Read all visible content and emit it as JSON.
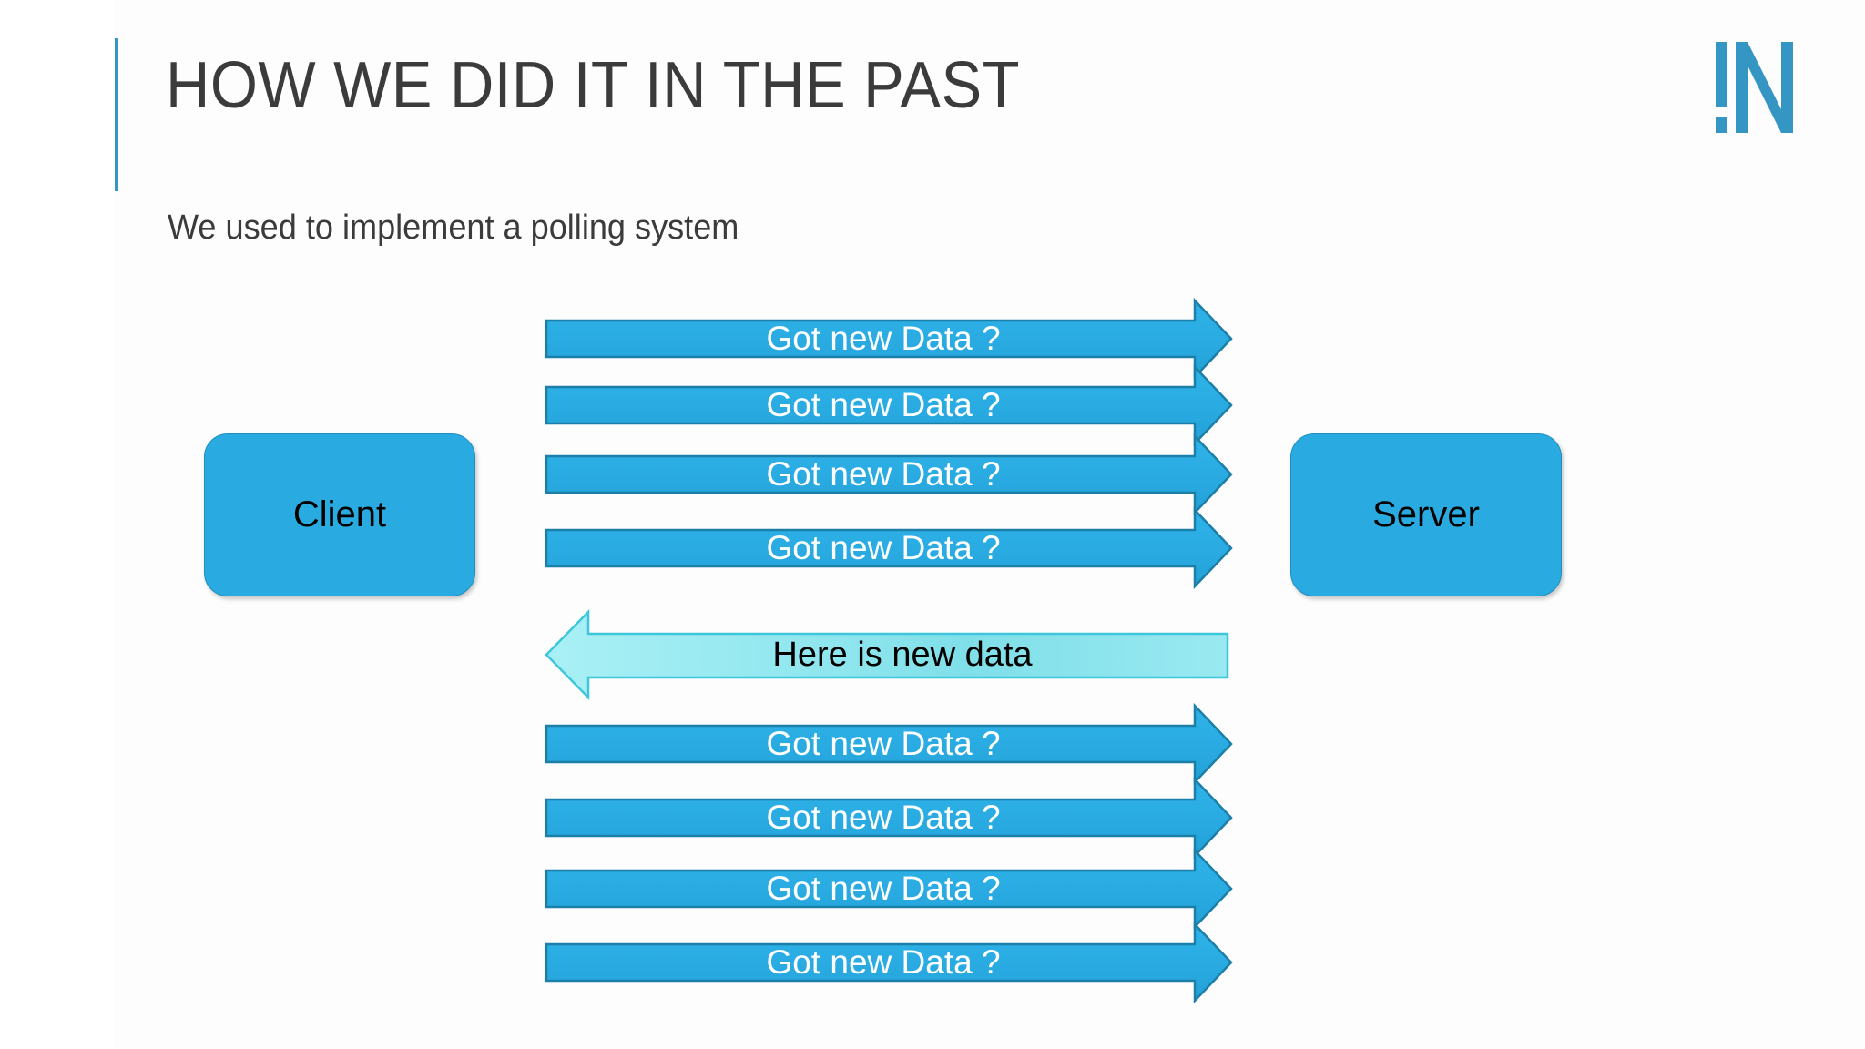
{
  "slide": {
    "title": "HOW WE DID IT IN THE PAST",
    "subtitle": "We used to implement a polling system",
    "background_color": "#ffffff",
    "title_color": "#3b3b3b",
    "accent_color": "#3596c4"
  },
  "logo": {
    "name": "exclamation-n-logo",
    "text": "!N",
    "color": "#3596c4"
  },
  "diagram": {
    "nodes": [
      {
        "id": "client",
        "label": "Client",
        "fill": "#29abe2",
        "text_color": "#000000"
      },
      {
        "id": "server",
        "label": "Server",
        "fill": "#29abe2",
        "text_color": "#000000"
      }
    ],
    "messages": [
      {
        "index": 1,
        "label": "Got new Data ?",
        "direction": "right",
        "fill": "#29abe2",
        "text_color": "#ffffff"
      },
      {
        "index": 2,
        "label": "Got new Data ?",
        "direction": "right",
        "fill": "#29abe2",
        "text_color": "#ffffff"
      },
      {
        "index": 3,
        "label": "Got new Data ?",
        "direction": "right",
        "fill": "#29abe2",
        "text_color": "#ffffff"
      },
      {
        "index": 4,
        "label": "Got new Data ?",
        "direction": "right",
        "fill": "#29abe2",
        "text_color": "#ffffff"
      },
      {
        "index": 5,
        "label": "Here is new data",
        "direction": "left",
        "fill": "#9aeaf0",
        "text_color": "#000000"
      },
      {
        "index": 6,
        "label": "Got new Data ?",
        "direction": "right",
        "fill": "#29abe2",
        "text_color": "#ffffff"
      },
      {
        "index": 7,
        "label": "Got new Data ?",
        "direction": "right",
        "fill": "#29abe2",
        "text_color": "#ffffff"
      },
      {
        "index": 8,
        "label": "Got new Data ?",
        "direction": "right",
        "fill": "#29abe2",
        "text_color": "#ffffff"
      },
      {
        "index": 9,
        "label": "Got new Data ?",
        "direction": "right",
        "fill": "#29abe2",
        "text_color": "#ffffff"
      }
    ]
  }
}
